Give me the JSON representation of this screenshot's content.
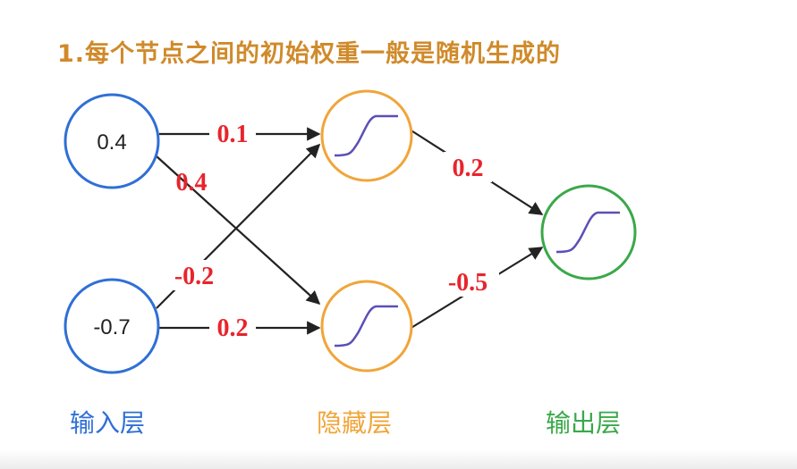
{
  "title": "1.每个节点之间的初始权重一般是随机生成的",
  "colors": {
    "title": "#d08a2a",
    "input_layer": "#2f6fd6",
    "hidden_layer": "#f0a53a",
    "output_layer": "#3aa84a",
    "weight_text": "#e8242c",
    "sigmoid_curve": "#5a4fb8",
    "arrow": "#222222"
  },
  "nodes": {
    "input_top": "0.4",
    "input_bottom": "-0.7"
  },
  "weights": {
    "in1_h1": "0.1",
    "in1_h2": "0.4",
    "in2_h1": "-0.2",
    "in2_h2": "0.2",
    "h1_out": "0.2",
    "h2_out": "-0.5"
  },
  "layers": {
    "input": "输入层",
    "hidden": "隐藏层",
    "output": "输出层"
  },
  "icons": {
    "activation": "sigmoid-curve-icon"
  }
}
